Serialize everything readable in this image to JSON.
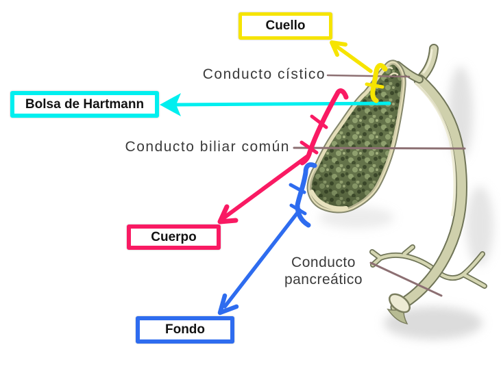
{
  "diagram": {
    "boxed_labels": {
      "cuello": "Cuello",
      "bolsa_de_hartmann": "Bolsa de Hartmann",
      "cuerpo": "Cuerpo",
      "fondo": "Fondo"
    },
    "plain_labels": {
      "conducto_cistico": "Conducto cístico",
      "conducto_biliar_comun": "Conducto biliar común",
      "conducto_pancreatico_line1": "Conducto",
      "conducto_pancreatico_line2": "pancreático"
    }
  },
  "colors": {
    "yellow": "#F6E400",
    "cyan": "#00EFEF",
    "pink": "#F91A63",
    "blue": "#2E6CEF",
    "leader": "#8C6F72",
    "label_text": "#3A3A3A",
    "box_text": "#121212"
  }
}
